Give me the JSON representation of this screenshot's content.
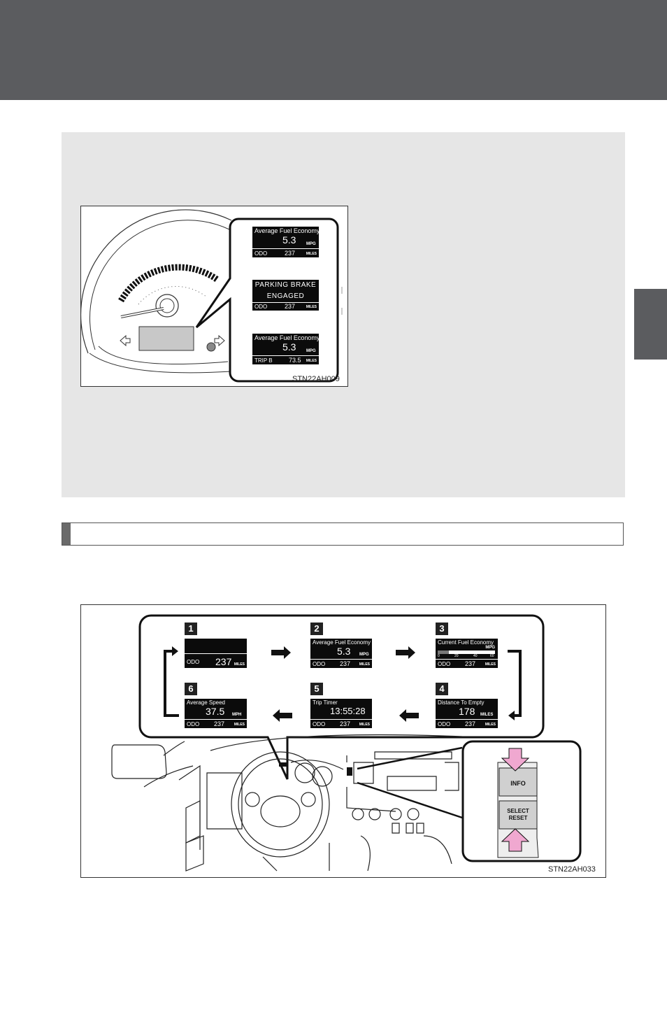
{
  "figure_top": {
    "code": "STN22AH009",
    "screens": [
      {
        "title": "Average Fuel Economy",
        "value": "5.3",
        "unit": "MPG",
        "bottom_label": "ODO",
        "bottom_value": "237",
        "bottom_unit": "MILES"
      },
      {
        "line1": "PARKING BRAKE",
        "line2": "ENGAGED",
        "bottom_label": "ODO",
        "bottom_value": "237",
        "bottom_unit": "MILES"
      },
      {
        "title": "Average Fuel Economy",
        "value": "5.3",
        "unit": "MPG",
        "bottom_label": "TRIP B",
        "bottom_value": "73.5",
        "bottom_unit": "MILES"
      }
    ]
  },
  "figure_bottom": {
    "code": "STN22AH033",
    "steps": [
      {
        "num": "1",
        "title": "",
        "value": "",
        "unit": "",
        "bottom_label": "ODO",
        "bottom_value": "237",
        "bottom_unit": "MILES"
      },
      {
        "num": "2",
        "title": "Average Fuel Economy",
        "value": "5.3",
        "unit": "MPG",
        "bottom_label": "ODO",
        "bottom_value": "237",
        "bottom_unit": "MILES"
      },
      {
        "num": "3",
        "title": "Current Fuel Economy",
        "unit": "MPG",
        "scale": [
          "0",
          "20",
          "40",
          "60"
        ],
        "bottom_label": "ODO",
        "bottom_value": "237",
        "bottom_unit": "MILES"
      },
      {
        "num": "4",
        "title": "Distance To Empty",
        "value": "178",
        "unit": "MILES",
        "bottom_label": "ODO",
        "bottom_value": "237",
        "bottom_unit": "MILES"
      },
      {
        "num": "5",
        "title": "Trip Timer",
        "value": "13:55:28",
        "unit": "",
        "bottom_label": "ODO",
        "bottom_value": "237",
        "bottom_unit": "MILES"
      },
      {
        "num": "6",
        "title": "Average Speed",
        "value": "37.5",
        "unit": "MPH",
        "bottom_label": "ODO",
        "bottom_value": "237",
        "bottom_unit": "MILES"
      }
    ],
    "buttons": {
      "info": "INFO",
      "select_line1": "SELECT",
      "select_line2": "RESET"
    }
  }
}
